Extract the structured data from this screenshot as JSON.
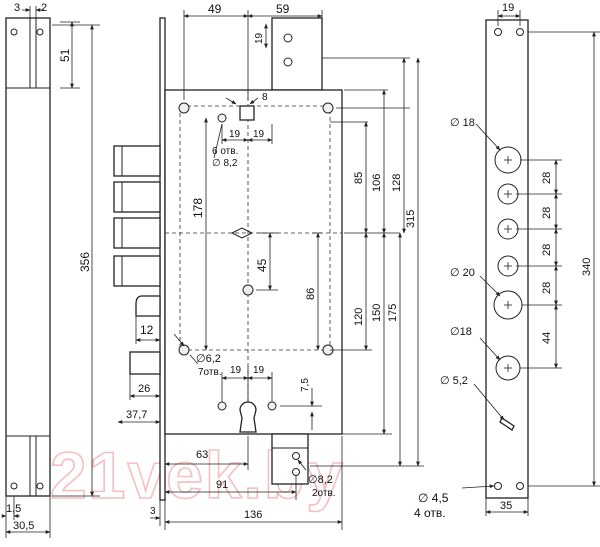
{
  "watermark": "21vek.by",
  "side_view": {
    "top_dims": [
      "3",
      "2"
    ],
    "d51": "51",
    "d356": "356",
    "d1_5": "1,5",
    "d30_5": "30,5"
  },
  "front_view": {
    "d49": "49",
    "d59": "59",
    "d19_top": "19",
    "d8": "8",
    "d19_a": "19",
    "d19_b": "19",
    "six_holes": "6 отв.",
    "dia8_2_top": "∅ 8,2",
    "d178": "178",
    "d85": "85",
    "d106": "106",
    "d128": "128",
    "d315": "315",
    "d45": "45",
    "d86": "86",
    "d120": "120",
    "d150": "150",
    "d175": "175",
    "d12": "12",
    "dia6_2": "∅6,2",
    "seven_holes": "7отв.",
    "d19_c": "19",
    "d19_d": "19",
    "d26": "26",
    "d7_5": "7,5",
    "d37_7": "37,7",
    "d63": "63",
    "dia8_2_bot": "∅8,2",
    "two_holes": "2отв.",
    "d91": "91",
    "d3": "3",
    "d136": "136"
  },
  "faceplate": {
    "d19": "19",
    "dia18_a": "∅ 18",
    "dia20": "∅ 20",
    "dia18_b": "∅18",
    "dia5_2": "∅ 5,2",
    "d28_a": "28",
    "d28_b": "28",
    "d28_c": "28",
    "d28_d": "28",
    "d44": "44",
    "d340": "340",
    "dia4_5": "∅ 4,5",
    "four_holes": "4 отв.",
    "d35": "35"
  }
}
